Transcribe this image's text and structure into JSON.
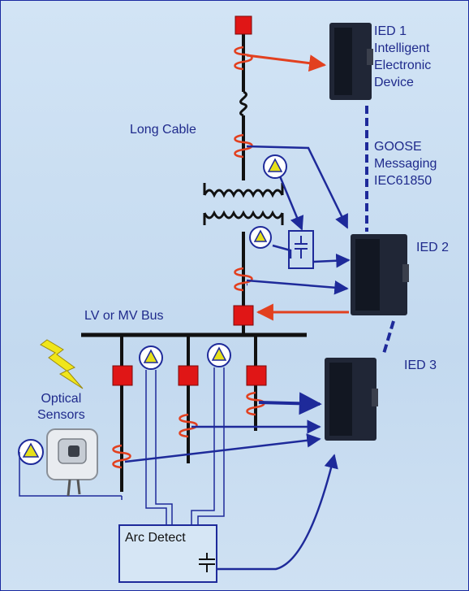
{
  "labels": {
    "ied1": [
      "IED 1",
      "Intelligent",
      "Electronic",
      "Device"
    ],
    "goose": [
      "GOOSE",
      "Messaging",
      "IEC61850"
    ],
    "ied2": "IED 2",
    "ied3": "IED 3",
    "long_cable": "Long Cable",
    "bus": "LV or MV Bus",
    "optical": [
      "Optical",
      "Sensors"
    ],
    "arc_detect": "Arc Detect"
  },
  "colors": {
    "background": "#c9def2",
    "line": "#111111",
    "signal": "#1e2a9a",
    "trip": "#e2401f",
    "breaker": "#e01616",
    "coil": "#e2401f",
    "sensor_fill": "#e6e01a",
    "label": "#1f2a8c"
  },
  "icons": {
    "breaker": "breaker-square-icon",
    "ct": "current-transformer-coil-icon",
    "sensor": "optical-sensor-triangle-icon",
    "ied": "ied-relay-device-icon",
    "capacitor": "capacitor-symbol-icon",
    "lightning": "lightning-bolt-icon",
    "transformer": "transformer-windings-icon"
  }
}
